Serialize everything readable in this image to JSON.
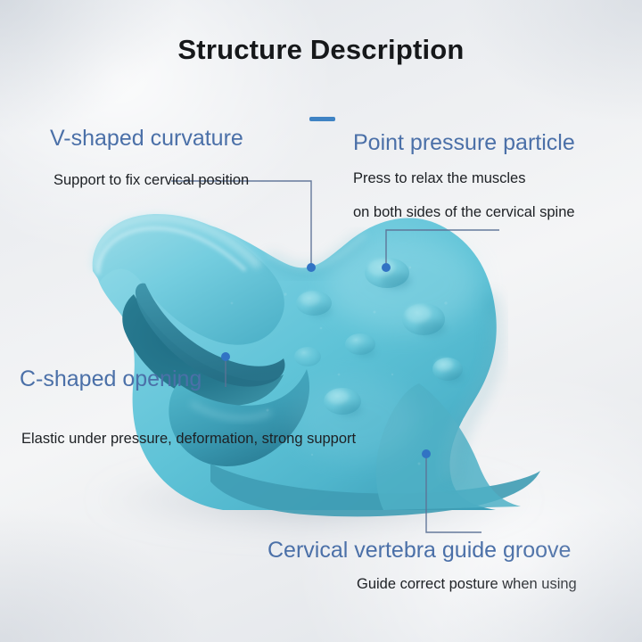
{
  "page": {
    "title": "Structure Description",
    "background_top": "#e1e5ea",
    "background_bottom": "#e0e4e9"
  },
  "theme": {
    "heading_blue": "#4b70a8",
    "body_text": "#1d2024",
    "connector_line": "#5d7296",
    "connector_dot": "#3173c4",
    "accent_dash": "#3f83c4",
    "product_teal": "#62c5d7",
    "product_teal_dark": "#2d7e94",
    "product_teal_mid": "#46a9c1"
  },
  "accents": {
    "top_dash": "dash-accent"
  },
  "callouts": [
    {
      "id": "v-shaped-curvature",
      "heading": "V-shaped curvature",
      "lines": [
        "Support to fix cervical position"
      ]
    },
    {
      "id": "point-pressure-particle",
      "heading": "Point pressure particle",
      "lines": [
        "Press to relax the muscles",
        "on both sides of the cervical spine"
      ]
    },
    {
      "id": "c-shaped-opening",
      "heading": "C-shaped opening",
      "lines": [
        "Elastic under pressure, deformation, strong support"
      ]
    },
    {
      "id": "cervical-vertebra-guide-groove",
      "heading": "Cervical vertebra guide groove",
      "lines": [
        "Guide correct posture when using"
      ]
    }
  ],
  "product": {
    "name": "cervical-neck-traction-pillow",
    "color_name": "teal"
  }
}
